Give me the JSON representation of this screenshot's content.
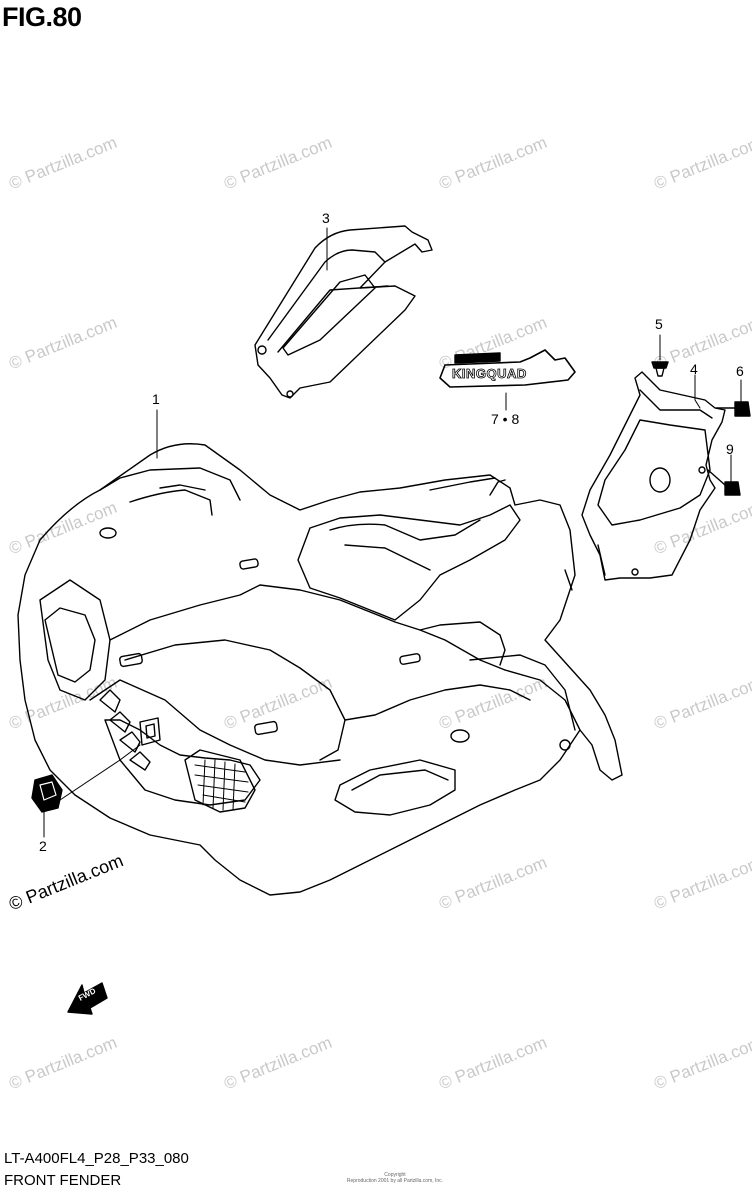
{
  "title": "FIG.80",
  "watermark": "© Partzilla.com",
  "callouts": {
    "c1": "1",
    "c2": "2",
    "c3": "3",
    "c4": "4",
    "c5": "5",
    "c6": "6",
    "c7_8": "7 • 8",
    "c9": "9"
  },
  "decal_text": "KINGQUAD",
  "fwd_label": "FWD",
  "footer": {
    "code": "LT-A400FL4_P28_P33_080",
    "name": "FRONT FENDER",
    "copyright_line1": "Copyright",
    "copyright_line2": "Reproduction 2001 by all Partzilla.com, Inc."
  }
}
